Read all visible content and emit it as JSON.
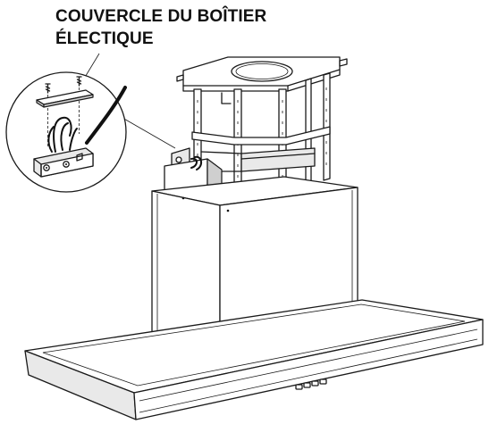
{
  "callout": {
    "line1": "COUVERCLE DU BOÎTIER",
    "line2": "ÉLECTIQUE"
  },
  "control_panel": {
    "button_count": 4
  }
}
